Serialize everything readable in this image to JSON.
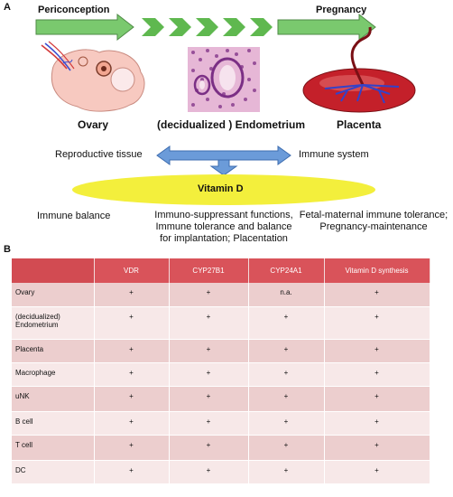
{
  "panel_a": {
    "label": "A",
    "periconception": "Periconception",
    "pregnancy": "Pregnancy",
    "ovary": "Ovary",
    "endometrium": "(decidualized ) Endometrium",
    "placenta": "Placenta",
    "reproductive_tissue": "Reproductive tissue",
    "immune_system": "Immune system",
    "vitamin_d": "Vitamin D",
    "immune_balance": "Immune balance",
    "center_text": [
      "Immuno-suppressant functions,",
      "Immune tolerance and balance",
      "for implantation; Placentation"
    ],
    "right_text": [
      "Fetal-maternal immune tolerance;",
      "Pregnancy-maintenance"
    ],
    "colors": {
      "arrow_green": "#7ac96e",
      "arrow_blue": "#5b8fd4",
      "ellipse_yellow": "#f3ef3c"
    }
  },
  "panel_b": {
    "label": "B",
    "headers": [
      "",
      "VDR",
      "CYP27B1",
      "CYP24A1",
      "Vitamin D synthesis"
    ],
    "rows": [
      {
        "name": "Ovary",
        "values": [
          "+",
          "+",
          "n.a.",
          "+"
        ]
      },
      {
        "name": "(decidualized)\nEndometrium",
        "values": [
          "+",
          "+",
          "+",
          "+"
        ]
      },
      {
        "name": "Placenta",
        "values": [
          "+",
          "+",
          "+",
          "+"
        ]
      },
      {
        "name": "Macrophage",
        "values": [
          "+",
          "+",
          "+",
          "+"
        ]
      },
      {
        "name": "uNK",
        "values": [
          "+",
          "+",
          "+",
          "+"
        ]
      },
      {
        "name": "B cell",
        "values": [
          "+",
          "+",
          "+",
          "+"
        ]
      },
      {
        "name": "T cell",
        "values": [
          "+",
          "+",
          "+",
          "+"
        ]
      },
      {
        "name": "DC",
        "values": [
          "+",
          "+",
          "+",
          "+"
        ]
      }
    ],
    "colors": {
      "header": "#d9535a",
      "row_odd": "#eccece",
      "row_even": "#f7e8e8"
    }
  }
}
